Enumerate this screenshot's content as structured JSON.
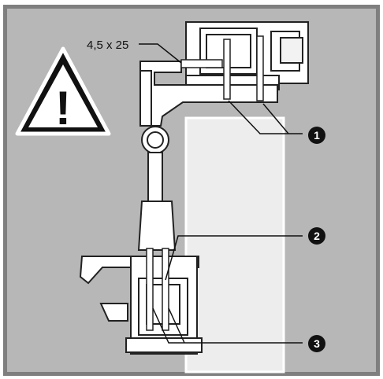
{
  "screw_size_label": "4,5 x 25",
  "callouts": [
    "1",
    "2",
    "3"
  ],
  "warning_symbol": "!",
  "colors": {
    "background_gray": "#b3b3b3",
    "panel_light": "#eaeaea",
    "frame_border": "#7f7f7f",
    "line": "#1a1a1a",
    "warning_fill": "#111111",
    "warning_inner": "#ffffff"
  },
  "icons": [
    "warning-triangle-icon",
    "screw-icon",
    "numbered-callout-icon"
  ]
}
